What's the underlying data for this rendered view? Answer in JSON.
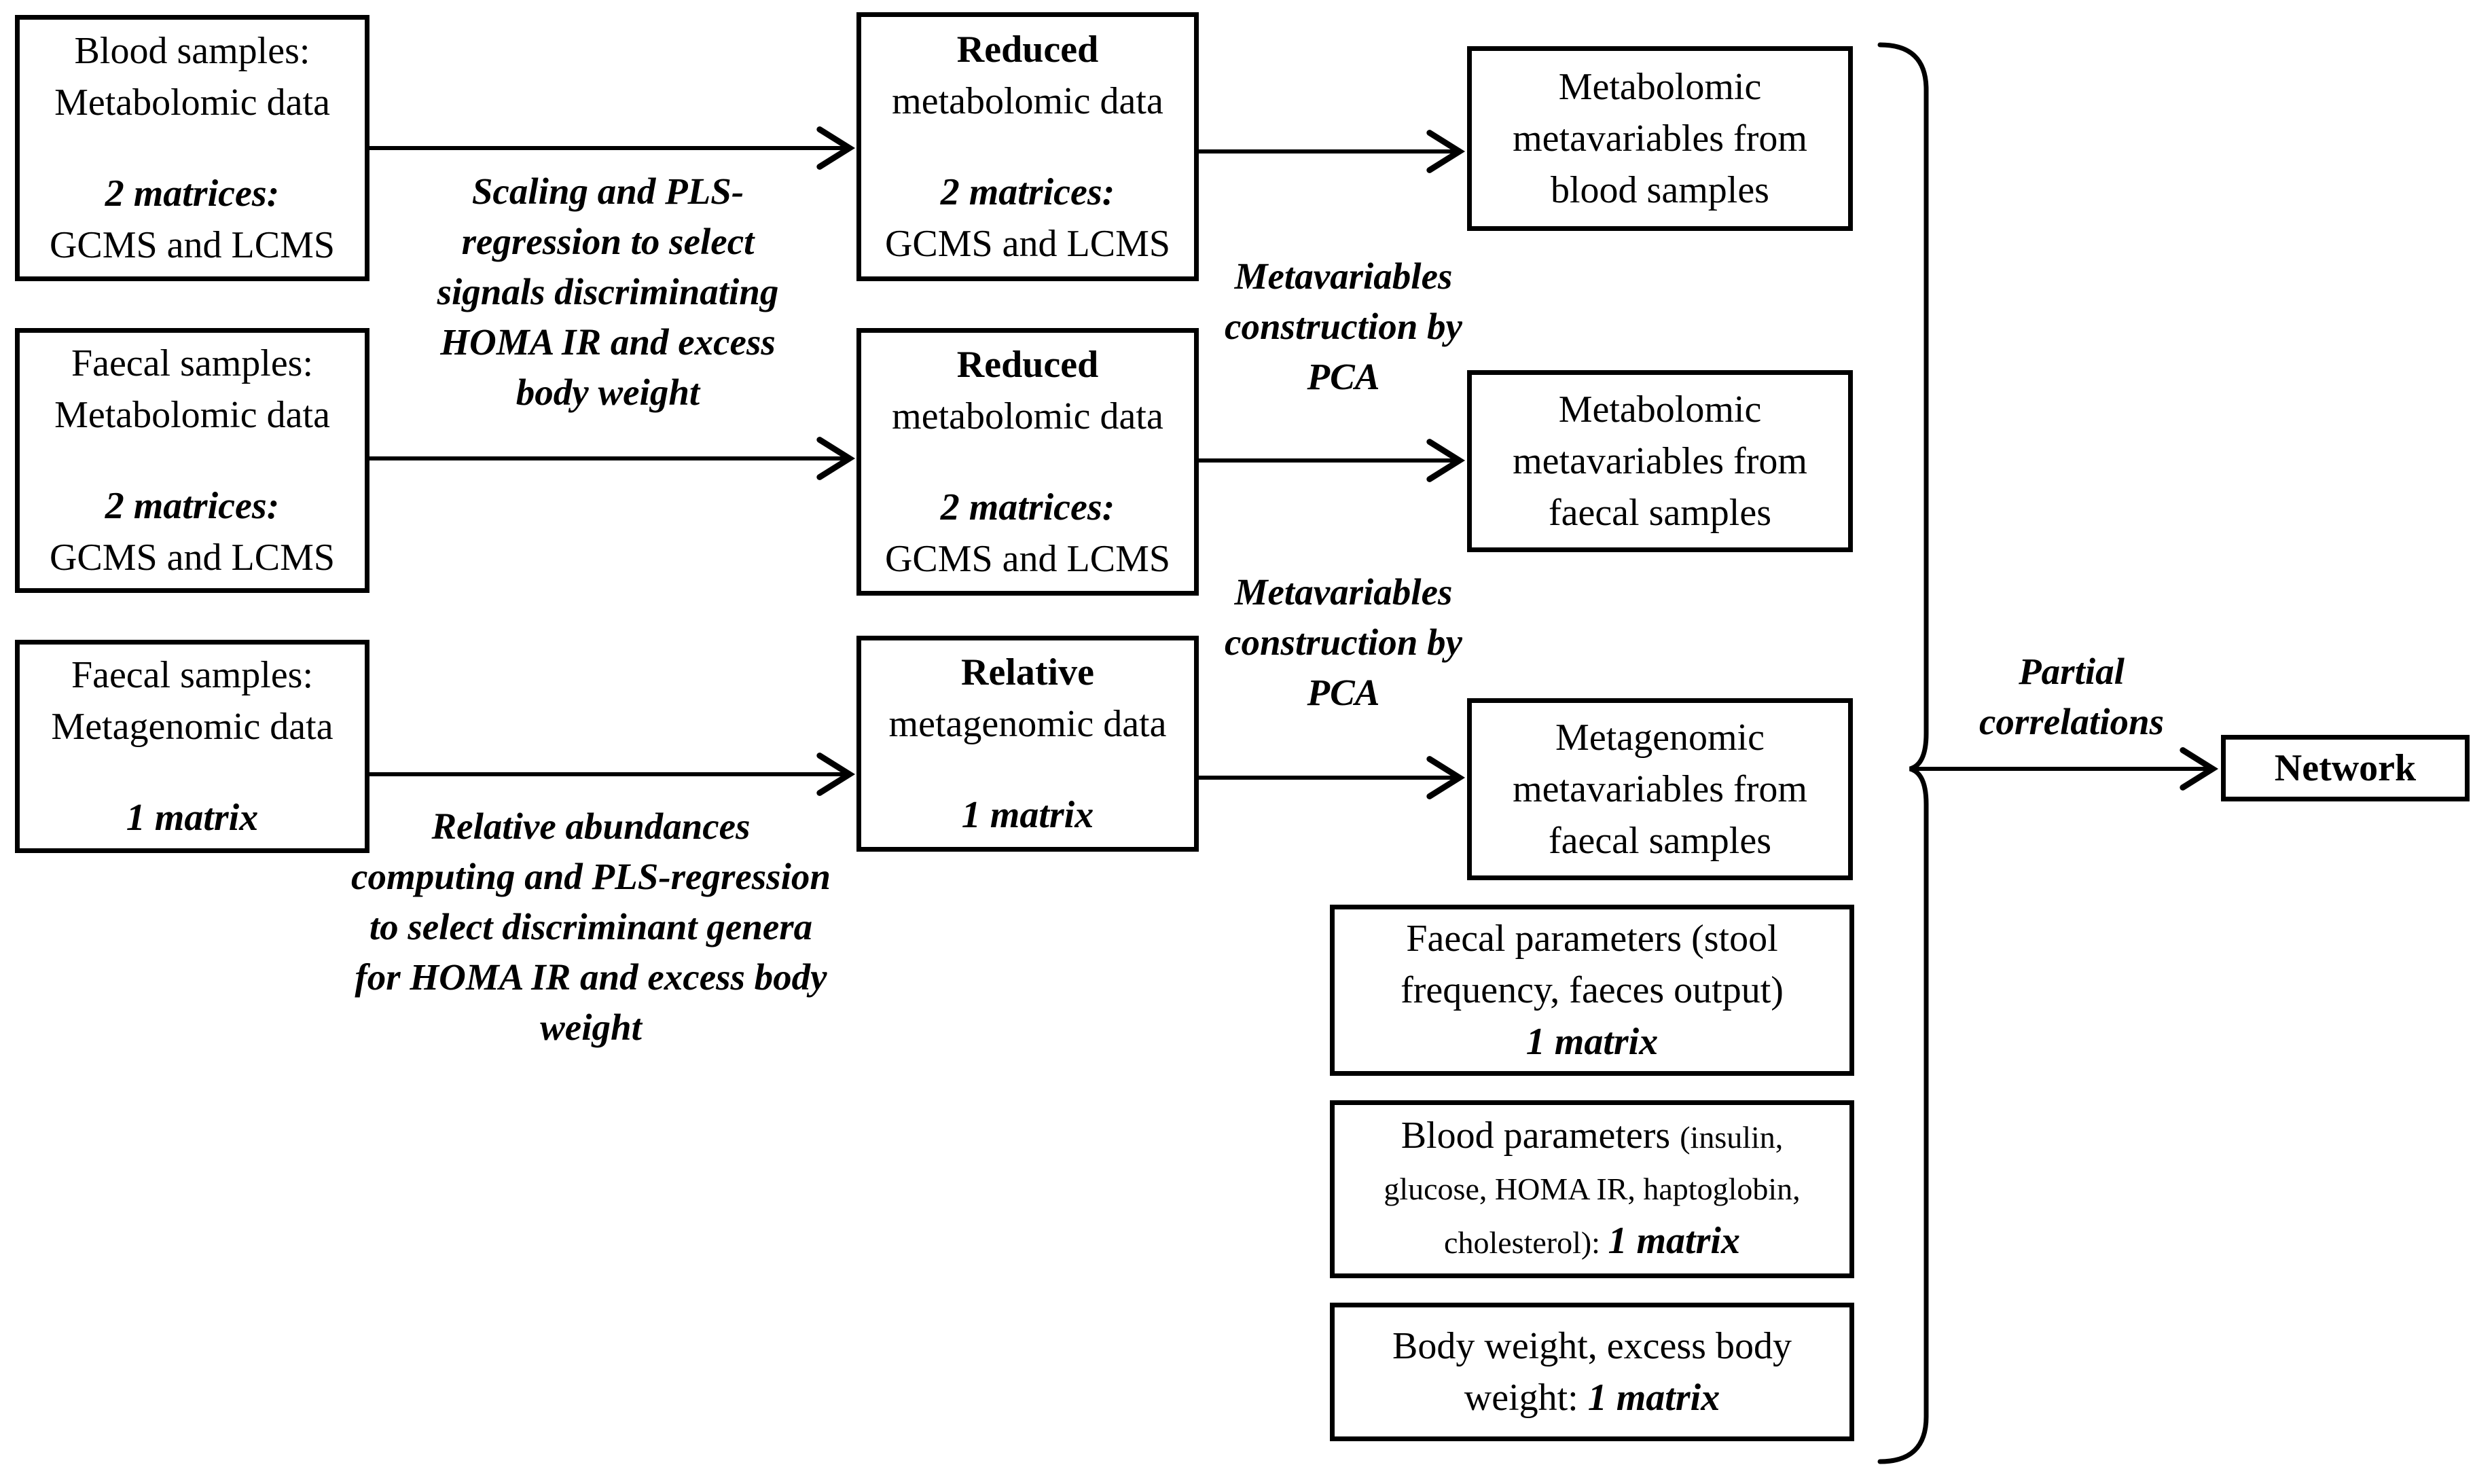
{
  "colors": {
    "ink": "#000000",
    "paper": "#ffffff"
  },
  "boxes": {
    "blood_metabolomic": {
      "l1": "Blood samples:",
      "l2": "Metabolomic data",
      "matrices": "2 matrices:",
      "platforms": "GCMS and LCMS"
    },
    "faecal_metabolomic": {
      "l1": "Faecal samples:",
      "l2": "Metabolomic data",
      "matrices": "2 matrices:",
      "platforms": "GCMS and LCMS"
    },
    "faecal_metagenomic": {
      "l1": "Faecal samples:",
      "l2": "Metagenomic data",
      "matrices": "1 matrix"
    },
    "reduced_blood": {
      "l1": "Reduced",
      "l2": "metabolomic data",
      "matrices": "2 matrices:",
      "platforms": "GCMS and LCMS"
    },
    "reduced_faecal": {
      "l1": "Reduced",
      "l2": "metabolomic data",
      "matrices": "2 matrices:",
      "platforms": "GCMS and LCMS"
    },
    "relative_metagenomic": {
      "l1": "Relative",
      "l2": "metagenomic data",
      "matrices": "1 matrix"
    },
    "metavars_blood": "Metabolomic\nmetavariables from\nblood samples",
    "metavars_faecal_metabolomic": "Metabolomic\nmetavariables from\nfaecal samples",
    "metavars_faecal_metagenomic": "Metagenomic\nmetavariables from\nfaecal samples",
    "faecal_parameters": {
      "l1": "Faecal parameters (stool",
      "l2": "frequency, faeces output)",
      "matrices": "1 matrix"
    },
    "blood_parameters": {
      "l1a": "Blood parameters ",
      "l1b": "(insulin,",
      "l2": "glucose, HOMA IR, haptoglobin,",
      "l3a": "cholesterol): ",
      "matrices": "1 matrix"
    },
    "body_weight": {
      "l1": "Body weight, excess body",
      "l2a": "weight: ",
      "matrices": "1 matrix"
    },
    "network": "Network"
  },
  "labels": {
    "scaling_pls": "Scaling and PLS-\nregression to select\nsignals discriminating\nHOMA IR and excess\nbody weight",
    "metavariables_pca_top": "Metavariables\nconstruction by\nPCA",
    "metavariables_pca_bottom": "Metavariables\nconstruction by\nPCA",
    "relative_abundances_pls": "Relative abundances\ncomputing and PLS-regression\nto select discriminant genera\nfor HOMA IR and excess body\nweight",
    "partial_correlations": "Partial\ncorrelations"
  }
}
